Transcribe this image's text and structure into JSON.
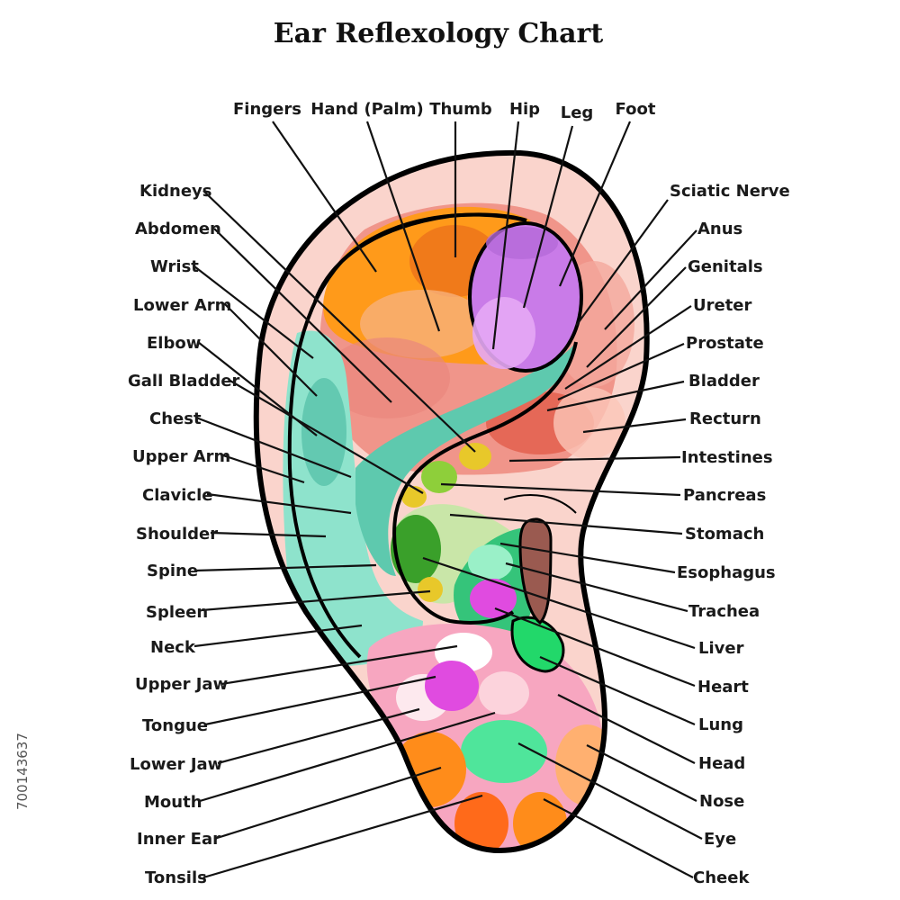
{
  "title": "Ear Reflexology Chart",
  "watermark": "700143637",
  "labels": {
    "top": [
      "Fingers",
      "Hand (Palm)",
      "Thumb",
      "Hip",
      "Leg",
      "Foot"
    ],
    "left": [
      "Kidneys",
      "Abdomen",
      "Wrist",
      "Lower Arm",
      "Elbow",
      "Gall Bladder",
      "Chest",
      "Upper Arm",
      "Clavicle",
      "Shoulder",
      "Spine",
      "Spleen",
      "Neck",
      "Upper Jaw",
      "Tongue",
      "Lower Jaw",
      "Mouth",
      "Inner Ear",
      "Tonsils"
    ],
    "right": [
      "Sciatic Nerve",
      "Anus",
      "Genitals",
      "Ureter",
      "Prostate",
      "Bladder",
      "Recturn",
      "Intestines",
      "Pancreas",
      "Stomach",
      "Esophagus",
      "Trachea",
      "Liver",
      "Heart",
      "Lung",
      "Head",
      "Nose",
      "Eye",
      "Cheek"
    ]
  },
  "colors": {
    "outline": "#000000",
    "helix": "#fad4cc",
    "orange": "#ff9a1a",
    "purple": "#c97be8",
    "salmon": "#f0958a",
    "teal": "#6fd6bd",
    "green": "#3aa02a",
    "magenta": "#e04be0",
    "pink": "#f7a6c0",
    "mint": "#4fe59b",
    "yellow": "#e8c82a",
    "brown": "#9a5a50"
  }
}
